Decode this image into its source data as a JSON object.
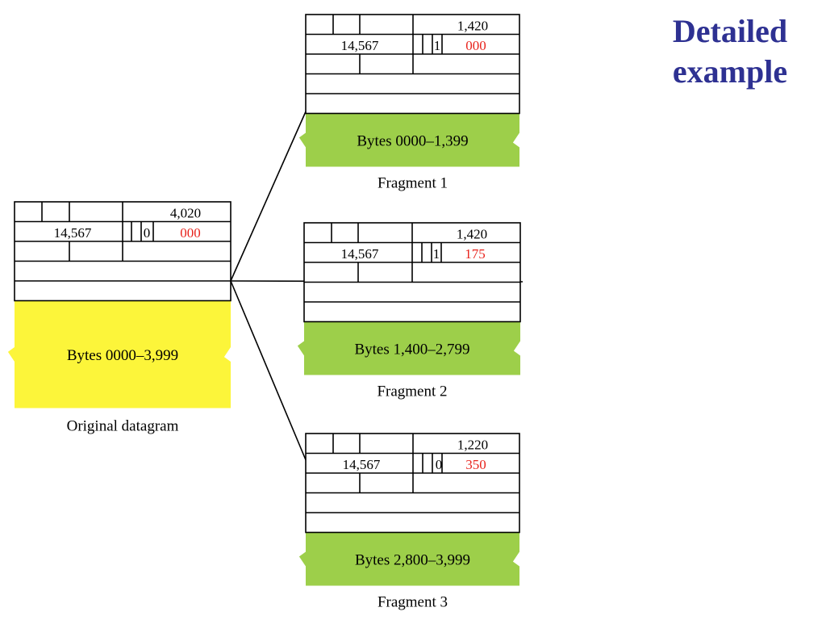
{
  "title": {
    "line1": "Detailed",
    "line2": "example"
  },
  "colors": {
    "text": "#000000",
    "offset": "#e8231c",
    "title": "#2e3192",
    "original_payload": "#fcf53a",
    "fragment_payload": "#9dcf4a",
    "stroke": "#000000"
  },
  "original": {
    "total_length": "4,020",
    "identification": "14,567",
    "mf_flag": "0",
    "offset": "000",
    "payload": "Bytes 0000–3,999",
    "caption": "Original datagram"
  },
  "fragments": [
    {
      "total_length": "1,420",
      "identification": "14,567",
      "mf_flag": "1",
      "offset": "000",
      "payload": "Bytes 0000–1,399",
      "caption": "Fragment 1"
    },
    {
      "total_length": "1,420",
      "identification": "14,567",
      "mf_flag": "1",
      "offset": "175",
      "payload": "Bytes 1,400–2,799",
      "caption": "Fragment 2"
    },
    {
      "total_length": "1,220",
      "identification": "14,567",
      "mf_flag": "0",
      "offset": "350",
      "payload": "Bytes 2,800–3,999",
      "caption": "Fragment 3"
    }
  ]
}
